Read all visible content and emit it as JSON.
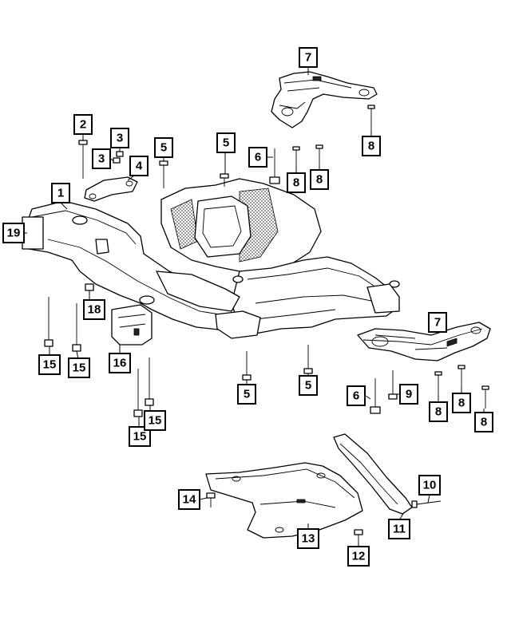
{
  "callouts": [
    {
      "id": "c7a",
      "label": "7"
    },
    {
      "id": "c2",
      "label": "2"
    },
    {
      "id": "c3a",
      "label": "3"
    },
    {
      "id": "c3b",
      "label": "3"
    },
    {
      "id": "c4",
      "label": "4"
    },
    {
      "id": "c5a",
      "label": "5"
    },
    {
      "id": "c5b",
      "label": "5"
    },
    {
      "id": "c6a",
      "label": "6"
    },
    {
      "id": "c8a",
      "label": "8"
    },
    {
      "id": "c8b",
      "label": "8"
    },
    {
      "id": "c8c",
      "label": "8"
    },
    {
      "id": "c1",
      "label": "1"
    },
    {
      "id": "c19",
      "label": "19"
    },
    {
      "id": "c18",
      "label": "18"
    },
    {
      "id": "c15a",
      "label": "15"
    },
    {
      "id": "c15b",
      "label": "15"
    },
    {
      "id": "c16",
      "label": "16"
    },
    {
      "id": "c15c",
      "label": "15"
    },
    {
      "id": "c15d",
      "label": "15"
    },
    {
      "id": "c5c",
      "label": "5"
    },
    {
      "id": "c5d",
      "label": "5"
    },
    {
      "id": "c7b",
      "label": "7"
    },
    {
      "id": "c6b",
      "label": "6"
    },
    {
      "id": "c9",
      "label": "9"
    },
    {
      "id": "c8d",
      "label": "8"
    },
    {
      "id": "c8e",
      "label": "8"
    },
    {
      "id": "c8f",
      "label": "8"
    },
    {
      "id": "c10",
      "label": "10"
    },
    {
      "id": "c14",
      "label": "14"
    },
    {
      "id": "c11",
      "label": "11"
    },
    {
      "id": "c13",
      "label": "13"
    },
    {
      "id": "c12",
      "label": "12"
    }
  ]
}
